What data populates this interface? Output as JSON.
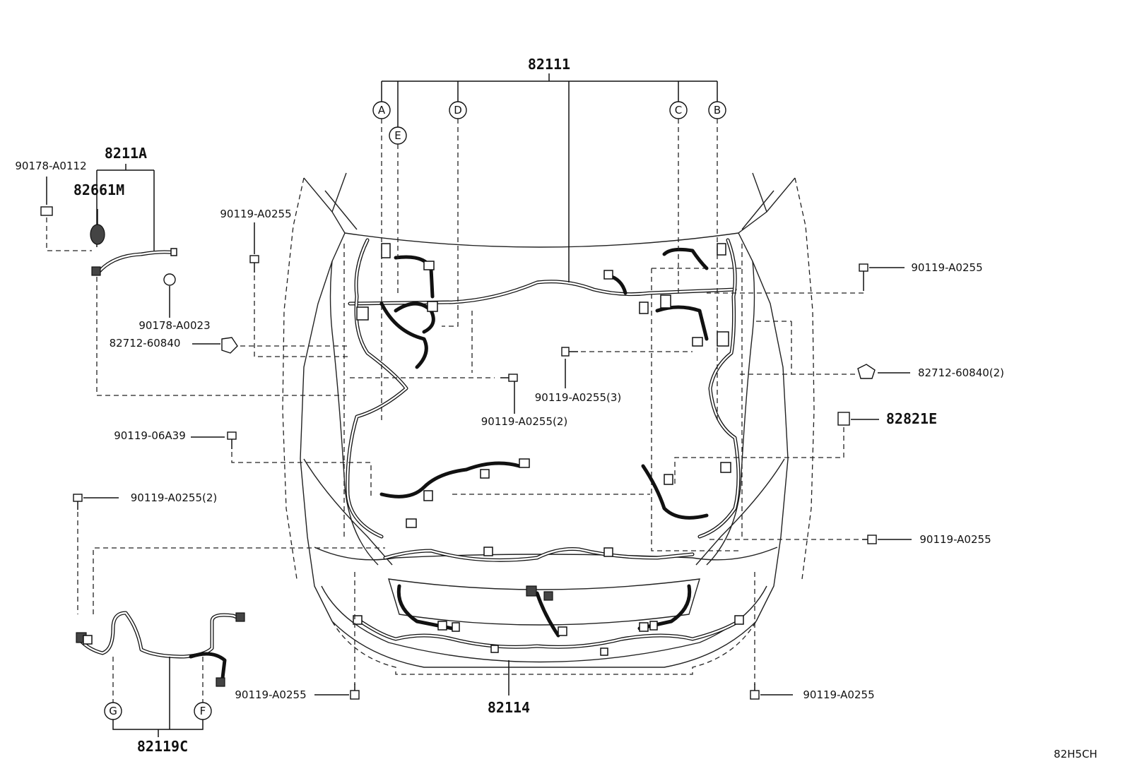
{
  "diagram_code": "82H5CH",
  "callouts": {
    "a": "A",
    "b": "B",
    "c": "C",
    "d": "D",
    "e": "E",
    "f": "F",
    "g": "G"
  },
  "parts": {
    "main_harness": "82111",
    "sub_harness_top_left": "8211A",
    "clip_82661m": "82661M",
    "bumper_harness": "82114",
    "fog_harness": "82119C",
    "block_82821e": "82821E"
  },
  "fasteners": {
    "p90178_a0112": "90178-A0112",
    "p90178_a0023": "90178-A0023",
    "p82712_60840_left": "82712-60840",
    "p82712_60840_right": "82712-60840(2)",
    "p90119_a0255_upper_left": "90119-A0255",
    "p90119_a0255_3": "90119-A0255(3)",
    "p90119_a0255_2_center": "90119-A0255(2)",
    "p90119_06a39": "90119-06A39",
    "p90119_a0255_2_left": "90119-A0255(2)",
    "p90119_a0255_upper_right": "90119-A0255",
    "p90119_a0255_mid_right": "90119-A0255",
    "p90119_a0255_bottom_left": "90119-A0255",
    "p90119_a0255_bottom_right": "90119-A0255"
  }
}
